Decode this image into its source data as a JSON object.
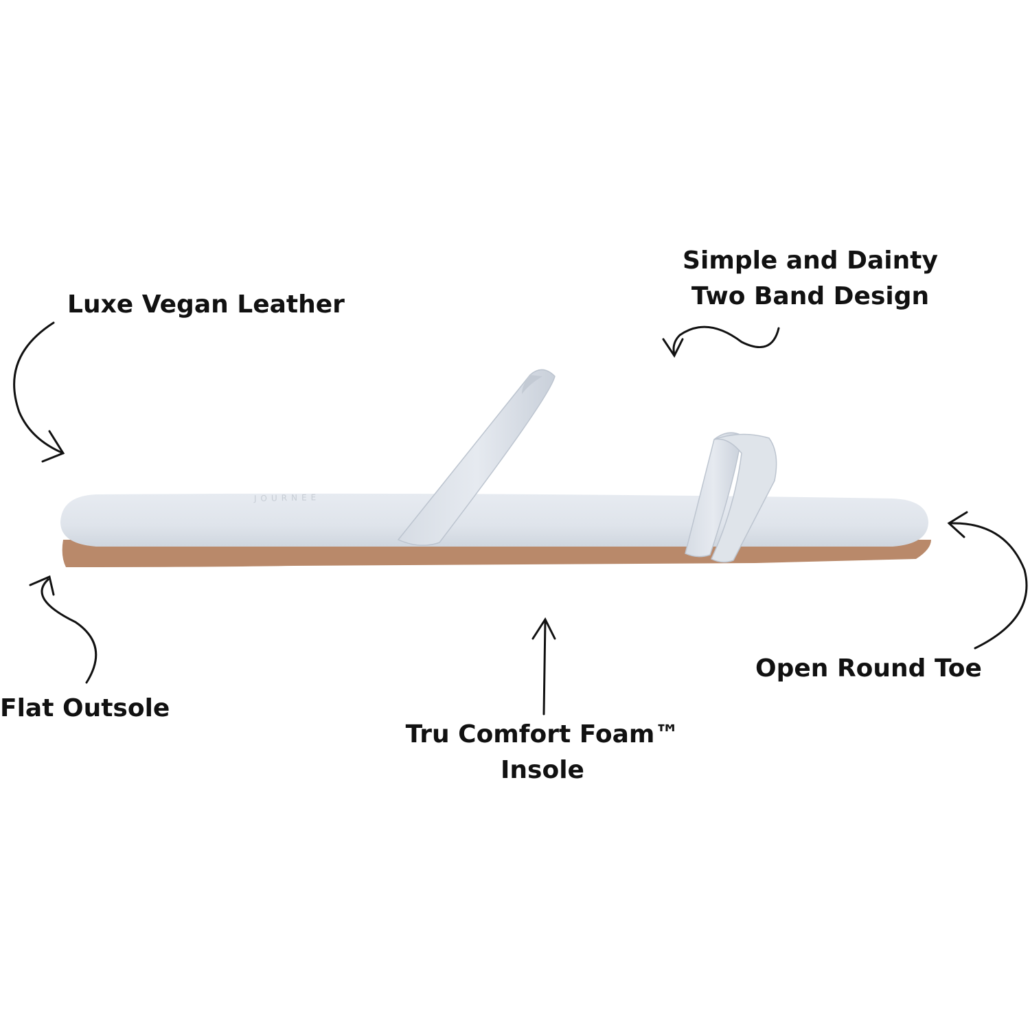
{
  "colors": {
    "strap": "#dde2e9",
    "sole": "#b9896a",
    "ink": "#111111",
    "background": "#ffffff"
  },
  "labels": {
    "luxe_vegan_leather": "Luxe Vegan Leather",
    "two_band_line1": "Simple and Dainty",
    "two_band_line2": "Two Band Design",
    "flat_outsole": "Flat Outsole",
    "tru_comfort_line1": "Tru Comfort Foam™",
    "tru_comfort_line2": "Insole",
    "open_round_toe": "Open Round Toe"
  },
  "icons": {
    "arrows": [
      "curved-arrow-icon",
      "squiggle-arrow-icon",
      "up-arrow-icon"
    ]
  }
}
